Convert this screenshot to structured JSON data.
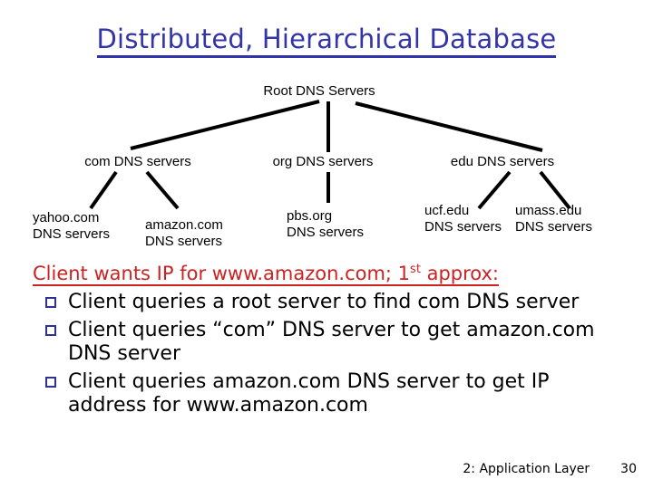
{
  "slide": {
    "title": "Distributed, Hierarchical Database",
    "title_color": "#3333AA",
    "background": "#FFFFFF"
  },
  "tree": {
    "root": {
      "label": "Root DNS Servers"
    },
    "level2": [
      {
        "label": "com DNS servers"
      },
      {
        "label": "org DNS servers"
      },
      {
        "label": "edu DNS servers"
      }
    ],
    "leaves": [
      {
        "line1": "yahoo.com",
        "line2": "DNS servers"
      },
      {
        "line1": "amazon.com",
        "line2": "DNS servers"
      },
      {
        "line1": "pbs.org",
        "line2": "DNS servers"
      },
      {
        "line1": "ucf.edu",
        "line2": "DNS servers"
      },
      {
        "line1": "umass.edu",
        "line2": "DNS servers"
      }
    ],
    "edge_color": "#000000"
  },
  "content": {
    "heading_prefix": "Client wants IP for www.amazon.com; 1",
    "heading_sup": "st",
    "heading_suffix": " approx:",
    "heading_color": "#CC2222",
    "bullet_color": "#2E3192",
    "bullets": [
      "Client queries a root server to find com DNS server",
      "Client queries “com” DNS server to get amazon.com DNS server",
      "Client queries amazon.com DNS server to get  IP address for www.amazon.com"
    ]
  },
  "footer": {
    "chapter": "2: Application Layer",
    "page_number": "30"
  }
}
